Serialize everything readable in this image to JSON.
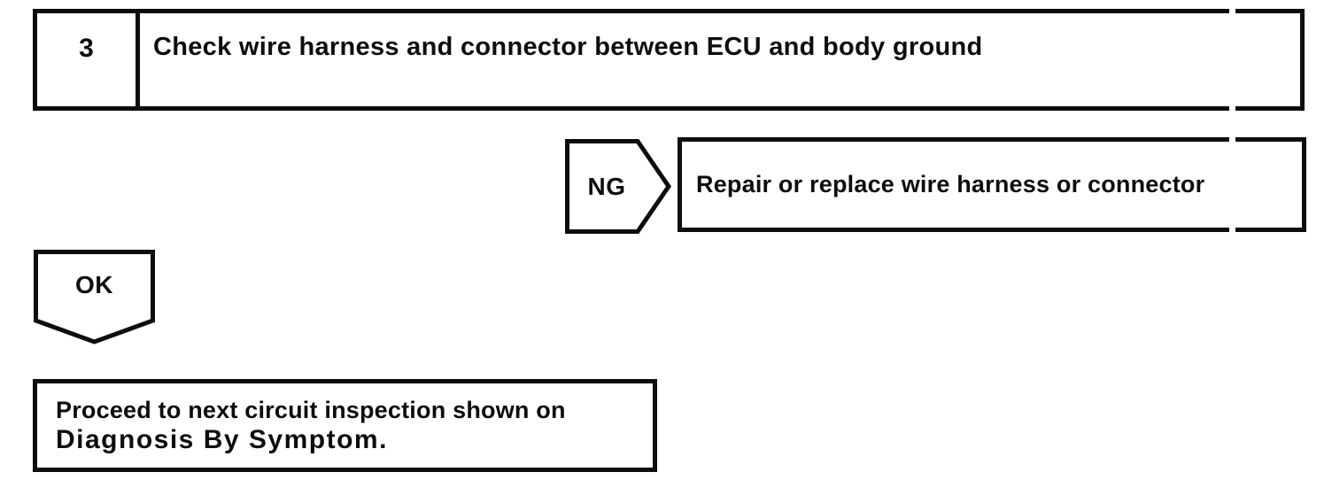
{
  "flowchart": {
    "step_box": {
      "number": "3",
      "title": "Check wire harness and connector between ECU and body ground"
    },
    "ng_branch": {
      "label": "NG",
      "action": "Repair or replace wire harness or connector"
    },
    "ok_branch": {
      "label": "OK",
      "action_line1": "Proceed to next circuit inspection shown on",
      "action_line2": "Diagnosis By Symptom."
    }
  },
  "colors": {
    "ink": "#0d0d0d",
    "paper": "#ffffff"
  }
}
